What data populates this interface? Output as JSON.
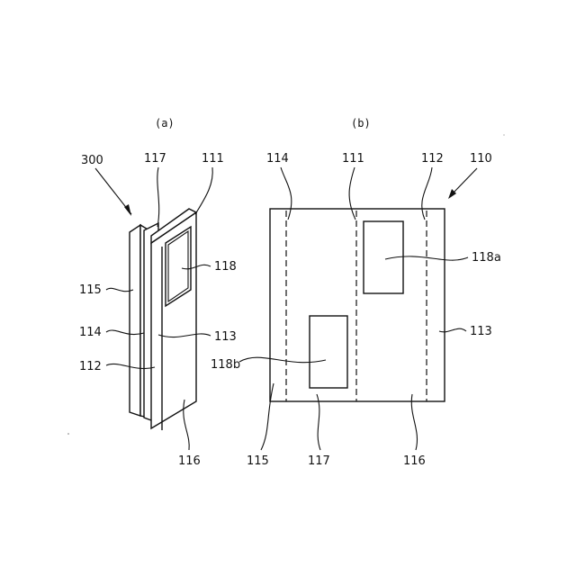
{
  "figure_a": {
    "caption": "(a)",
    "labels": {
      "l300": "300",
      "l117": "117",
      "l111": "111",
      "l118": "118",
      "l115": "115",
      "l114": "114",
      "l113": "113",
      "l112": "112",
      "l116": "116"
    }
  },
  "figure_b": {
    "caption": "(b)",
    "labels": {
      "l114": "114",
      "l111": "111",
      "l112": "112",
      "l110": "110",
      "l118a": "118a",
      "l113": "113",
      "l118b": "118b",
      "l115": "115",
      "l117": "117",
      "l116": "116"
    }
  },
  "colors": {
    "ink": "#111111",
    "paper": "#ffffff"
  }
}
